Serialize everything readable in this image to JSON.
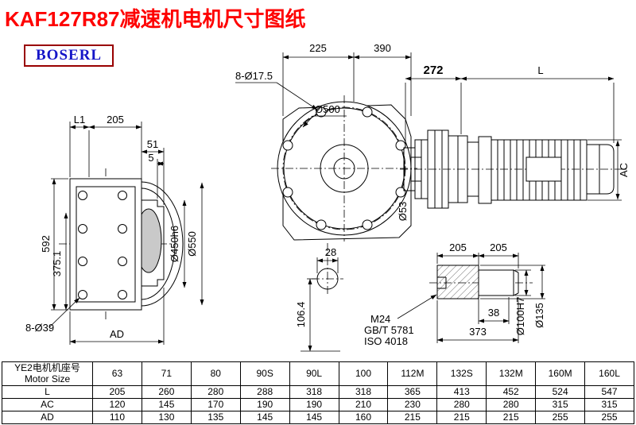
{
  "page": {
    "title": "KAF127R87减速机电机尺寸图纸",
    "brand": "BOSERL"
  },
  "colors": {
    "title_red": "#fe0000",
    "brand_blue": "#1515c8",
    "brand_border": "#990000",
    "line": "#000000"
  },
  "views": {
    "left": {
      "dim_l1": "L1",
      "dim_205": "205",
      "dim_51": "51",
      "dim_5": "5",
      "dim_592": "592",
      "dim_375": "375.1",
      "dim_holes": "8-Ø39",
      "dim_ad": "AD",
      "dim_450": "Ø450h6",
      "dim_550": "Ø550"
    },
    "front": {
      "dim_225": "225",
      "dim_390": "390",
      "dim_holes": "8-Ø17.5",
      "dim_500": "Ø500",
      "dim_53": "Ø53",
      "dim_28": "28",
      "dim_106": "106.4"
    },
    "motor": {
      "dim_272": "272",
      "dim_l": "L",
      "dim_ac": "AC"
    },
    "shaft": {
      "dim_205a": "205",
      "dim_205b": "205",
      "dim_38": "38",
      "dim_373": "373",
      "thread": "M24",
      "std1": "GB/T 5781",
      "std2": "ISO 4018",
      "dim_100": "Ø100H7",
      "dim_135": "Ø135"
    }
  },
  "table": {
    "header_cn": "YE2电机机座号",
    "header_en": "Motor Size",
    "columns": [
      "63",
      "71",
      "80",
      "90S",
      "90L",
      "100",
      "112M",
      "132S",
      "132M",
      "160M",
      "160L"
    ],
    "rows": [
      {
        "label": "L",
        "values": [
          "205",
          "260",
          "280",
          "288",
          "318",
          "318",
          "365",
          "413",
          "452",
          "524",
          "547"
        ]
      },
      {
        "label": "AC",
        "values": [
          "120",
          "145",
          "170",
          "190",
          "190",
          "210",
          "230",
          "280",
          "280",
          "315",
          "315"
        ]
      },
      {
        "label": "AD",
        "values": [
          "110",
          "130",
          "135",
          "145",
          "145",
          "160",
          "215",
          "215",
          "215",
          "255",
          "255"
        ]
      }
    ]
  }
}
